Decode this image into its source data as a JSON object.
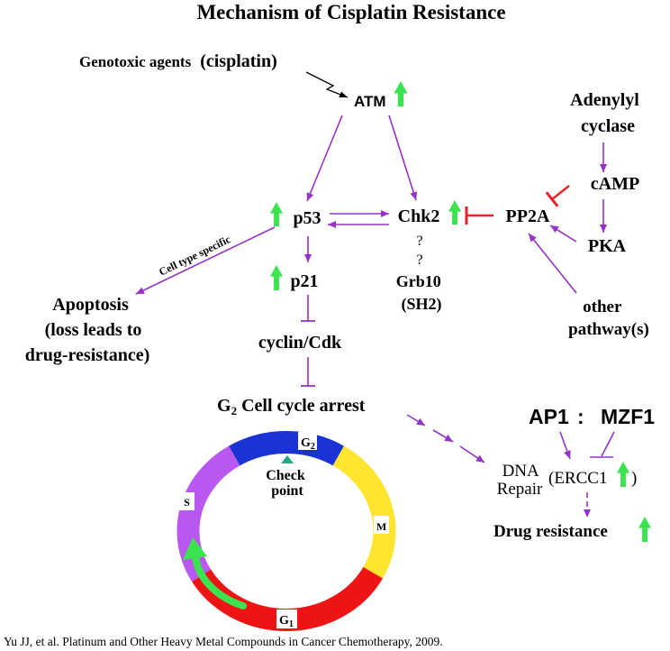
{
  "title": "Mechanism of Cisplatin Resistance",
  "stimulus": {
    "agents": "Genotoxic agents",
    "drug": "(cisplatin)"
  },
  "nodes": {
    "atm": "ATM",
    "p53": "p53",
    "chk2": "Chk2",
    "pp2a": "PP2A",
    "adenylyl_cyclase": [
      "Adenylyl",
      "cyclase"
    ],
    "camp": "cAMP",
    "pka": "PKA",
    "other_pathways": [
      "other",
      "pathway(s)"
    ],
    "unknown_link": [
      "?",
      "?"
    ],
    "grb10": [
      "Grb10",
      "(SH2)"
    ],
    "p21": "p21",
    "cyclin_cdk": "cyclin/Cdk",
    "apoptosis": [
      "Apoptosis",
      "(loss leads to",
      "drug-resistance)"
    ]
  },
  "edge_label": "Cell type specific",
  "arrest": {
    "letter": "G",
    "sub": "2",
    "text": "Cell cycle arrest"
  },
  "cell_cycle": {
    "phases": [
      {
        "letter": "G",
        "sub": "2",
        "color": "#1b33d4"
      },
      {
        "letter": "M",
        "color": "#ffe52e"
      },
      {
        "letter": "G",
        "sub": "1",
        "color": "#ee1414"
      },
      {
        "letter": "S",
        "color": "#b957f0"
      }
    ],
    "checkpoint": [
      "Check",
      "point"
    ]
  },
  "regulators": {
    "ap1": "AP1",
    "separator": ":",
    "mzf1": "MZF1"
  },
  "repair": {
    "dna": "DNA",
    "repair": "Repair",
    "gene_open": "(ERCC1",
    "gene_close": ")"
  },
  "outcome": "Drug resistance",
  "citation": "Yu JJ, et al. Platinum and Other Heavy Metal Compounds in Cancer Chemotherapy, 2009.",
  "colors": {
    "activation": "#9532c8",
    "inhibition": "#e8202a",
    "increase": "#3be34e",
    "checkpoint": "#1fa984"
  },
  "icons": {
    "increase": "up-arrow-icon",
    "checkpoint": "triangle-icon",
    "stimulus": "zigzag-arrow-icon"
  }
}
